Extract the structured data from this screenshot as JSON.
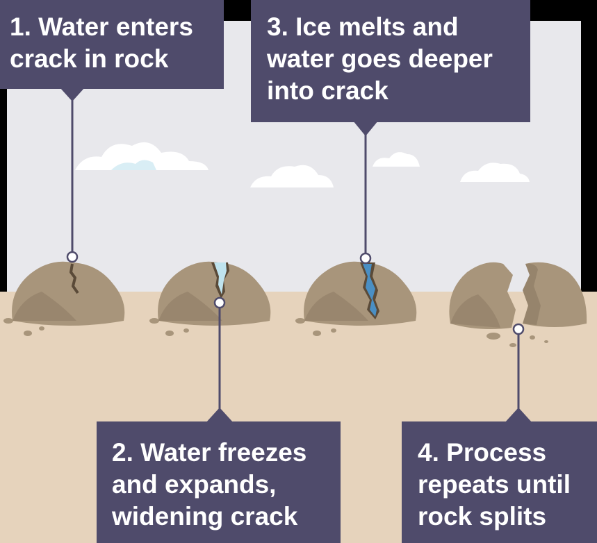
{
  "colors": {
    "sky": "#e8e8ec",
    "ground": "#e6d3bc",
    "rock": "#a8957b",
    "rock_shadow": "#8a7862",
    "crack": "#5a4a38",
    "water": "#4a8fc4",
    "ice": "#bfe3ee",
    "label_background": "#4f4b6b",
    "label_text": "#ffffff",
    "cloud": "#ffffff",
    "pointer_line": "#4f4b6b"
  },
  "icons": [
    "cloud-icon",
    "rock-icon",
    "pointer-dot-icon"
  ],
  "steps": [
    {
      "number": "1",
      "lines": [
        "1. Water enters",
        "crack in rock"
      ]
    },
    {
      "number": "2",
      "lines": [
        "2. Water freezes",
        "and expands,",
        "widening crack"
      ]
    },
    {
      "number": "3",
      "lines": [
        "3. Ice melts and",
        "water goes deeper",
        "into crack"
      ]
    },
    {
      "number": "4",
      "lines": [
        "4. Process",
        "repeats until",
        "rock splits"
      ]
    }
  ]
}
